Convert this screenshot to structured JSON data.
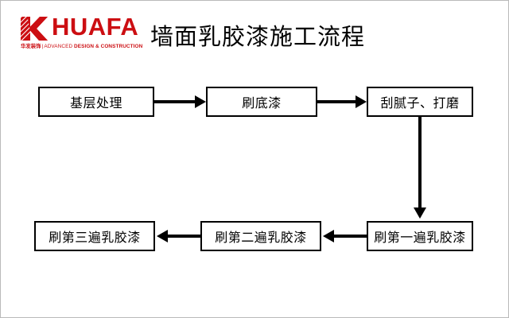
{
  "page": {
    "background_color": "#ffffff",
    "frame_border_color": "#b9b9b9"
  },
  "header": {
    "logo": {
      "mark_name": "huafa-k-mark",
      "wordmark": "HUAFA",
      "brand_color": "#cc0e12",
      "sub_cn": "华发装饰",
      "sub_divider": "|",
      "sub_en_light": "ADVANCED ",
      "sub_en_bold": "DESIGN & CONSTRUCTION"
    },
    "title": "墙面乳胶漆施工流程"
  },
  "flowchart": {
    "type": "process-flow",
    "direction": "left-to-right, then down, then right-to-left",
    "nodes": [
      {
        "id": "n1",
        "label": "基层处理",
        "row": 1,
        "order": 1
      },
      {
        "id": "n2",
        "label": "刷底漆",
        "row": 1,
        "order": 2
      },
      {
        "id": "n3",
        "label": "刮腻子、打磨",
        "row": 1,
        "order": 3
      },
      {
        "id": "n4",
        "label": "刷第一遍乳胶漆",
        "row": 2,
        "order": 4
      },
      {
        "id": "n5",
        "label": "刷第二遍乳胶漆",
        "row": 2,
        "order": 5
      },
      {
        "id": "n6",
        "label": "刷第三遍乳胶漆",
        "row": 2,
        "order": 6
      }
    ],
    "edges": [
      {
        "from": "n1",
        "to": "n2",
        "direction": "right"
      },
      {
        "from": "n2",
        "to": "n3",
        "direction": "right"
      },
      {
        "from": "n3",
        "to": "n4",
        "direction": "down"
      },
      {
        "from": "n4",
        "to": "n5",
        "direction": "left"
      },
      {
        "from": "n5",
        "to": "n6",
        "direction": "left"
      }
    ],
    "edge_color": "#000000",
    "node_border_color": "#000000",
    "node_fill_color": "#ffffff"
  }
}
